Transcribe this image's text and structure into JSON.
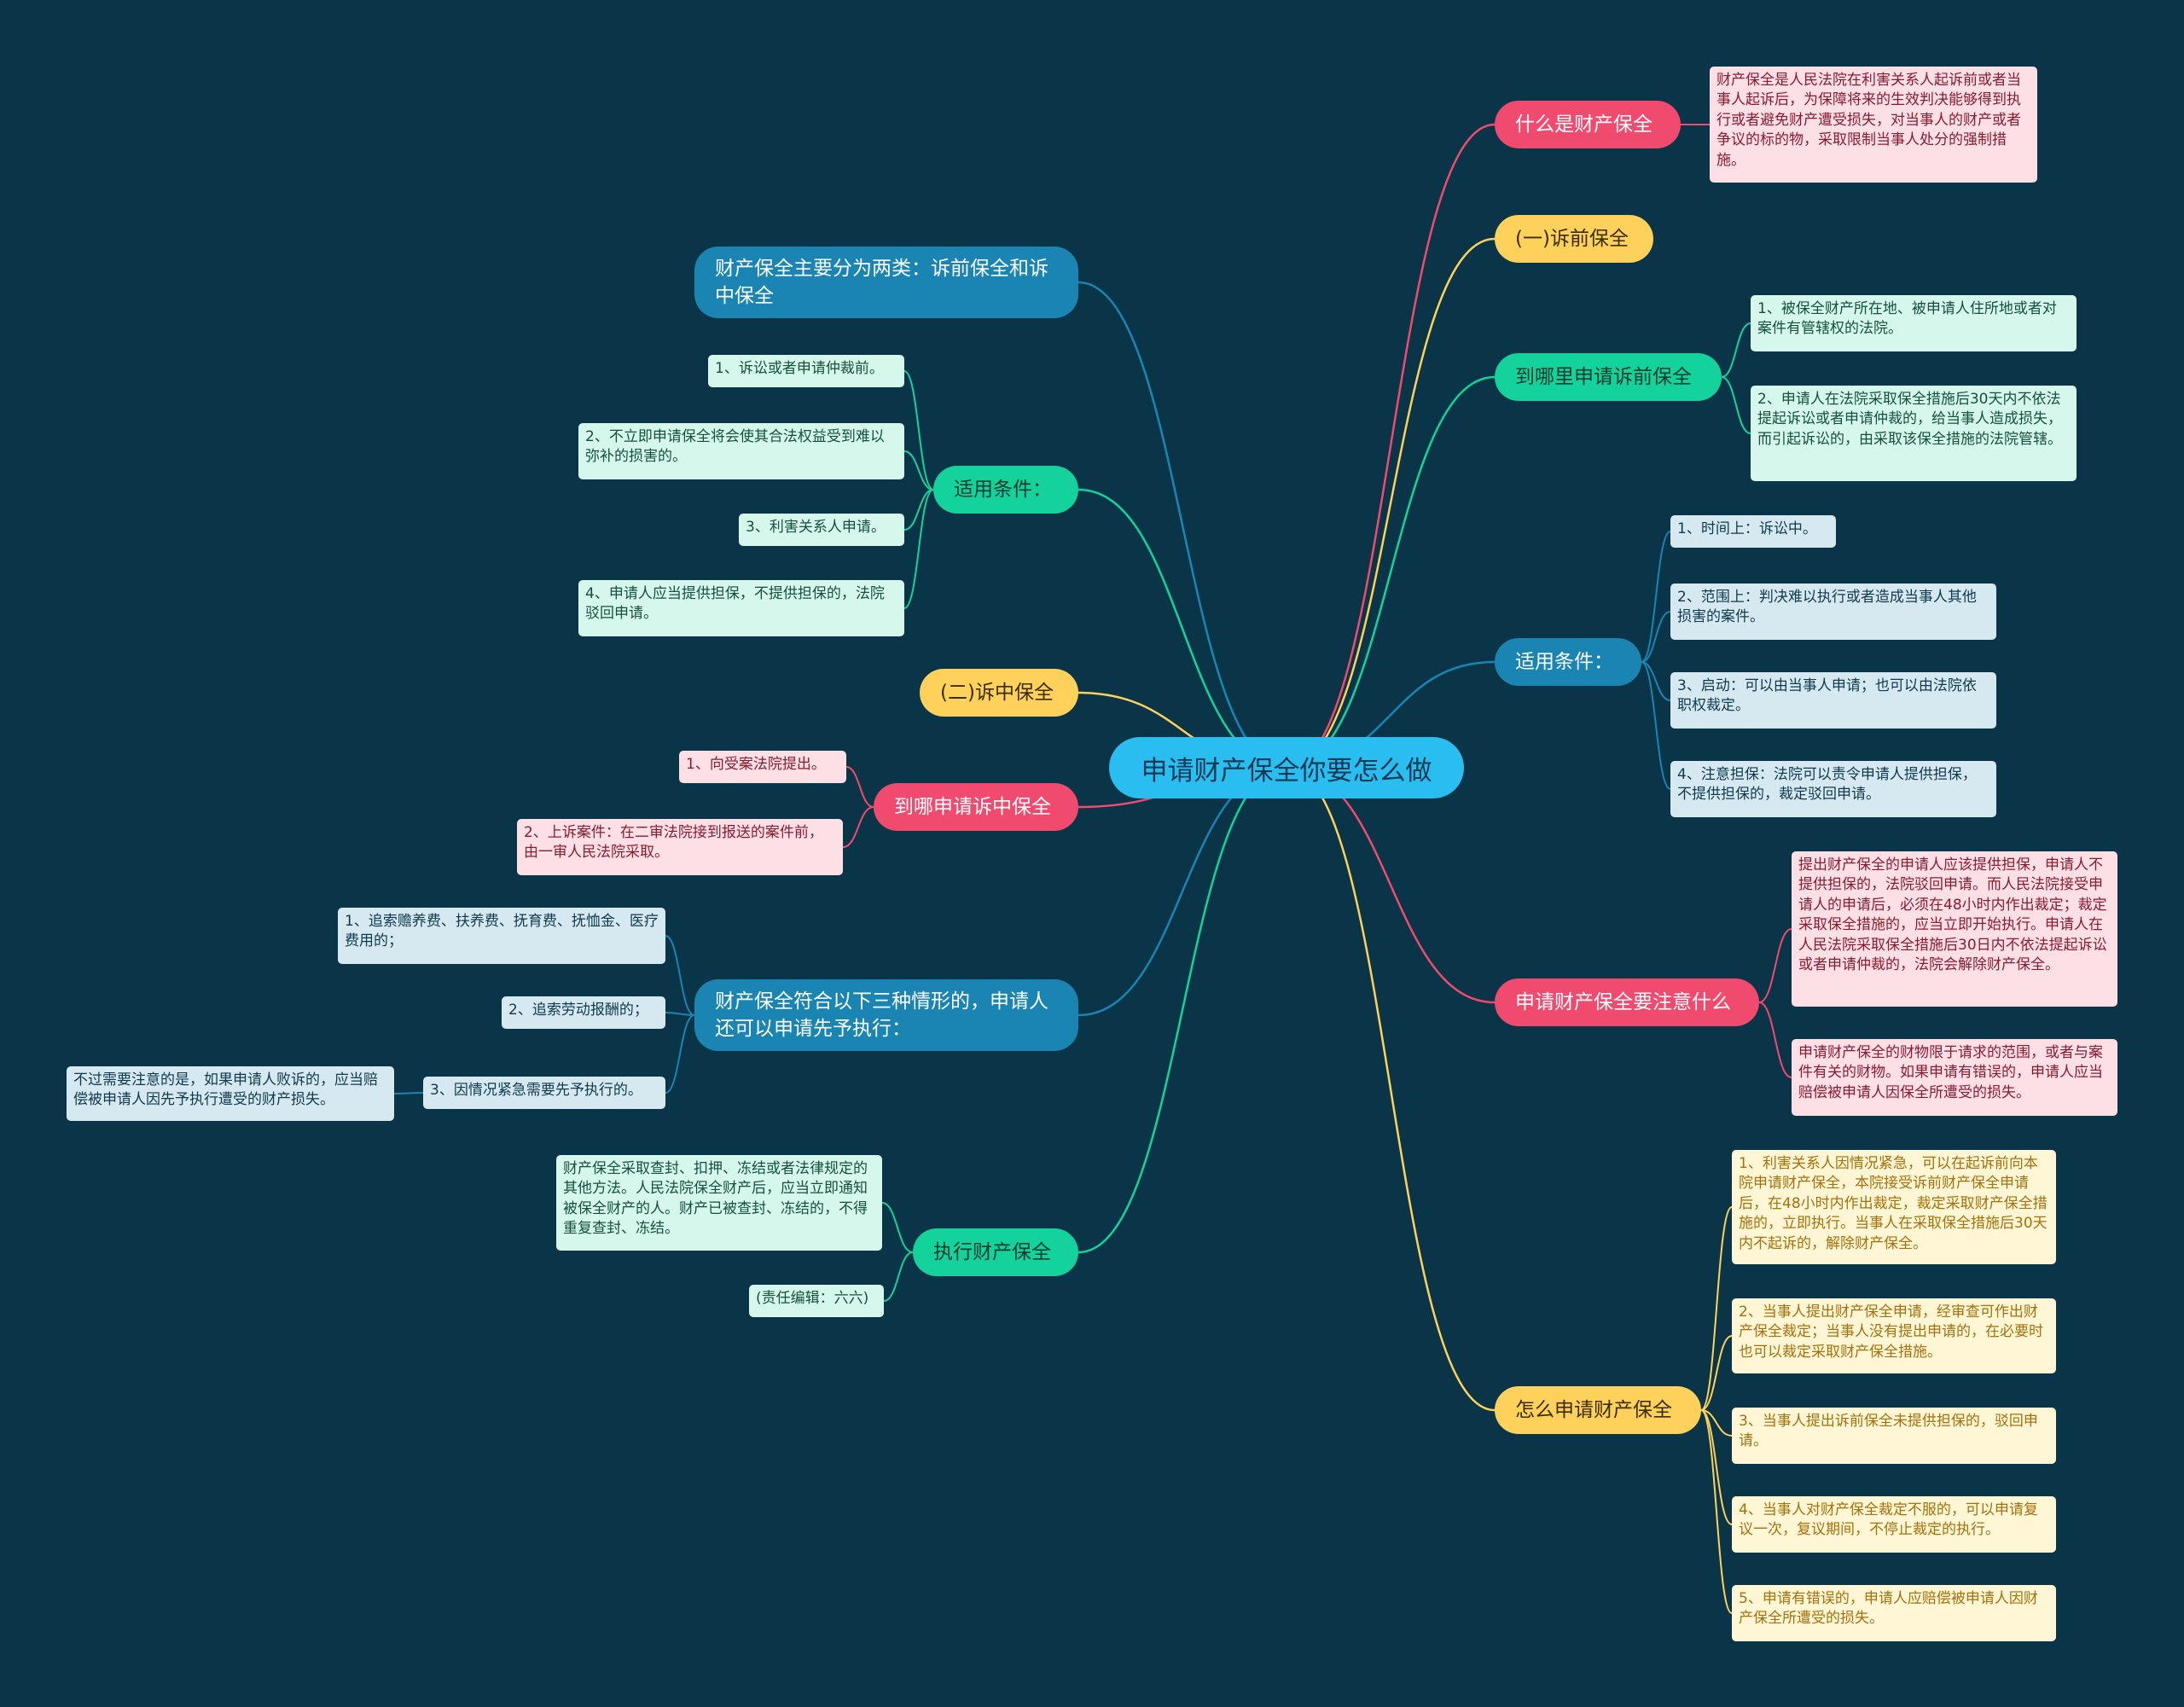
{
  "colors": {
    "background": "#0a3548",
    "root": "#29bdf0",
    "pink": "#f04a6e",
    "yellow": "#fdd15a",
    "green": "#13d29b",
    "blue": "#1a84b2"
  },
  "root": "申请财产保全你要怎么做",
  "right": [
    {
      "label": "什么是财产保全",
      "color": "pink",
      "leaves": [
        "财产保全是人民法院在利害关系人起诉前或者当事人起诉后，为保障将来的生效判决能够得到执行或者避免财产遭受损失，对当事人的财产或者争议的标的物，采取限制当事人处分的强制措施。"
      ]
    },
    {
      "label": "(一)诉前保全",
      "color": "yellow",
      "leaves": []
    },
    {
      "label": "到哪里申请诉前保全",
      "color": "green",
      "leaves": [
        "1、被保全财产所在地、被申请人住所地或者对案件有管辖权的法院。",
        "2、申请人在法院采取保全措施后30天内不依法提起诉讼或者申请仲裁的，给当事人造成损失，而引起诉讼的，由采取该保全措施的法院管辖。"
      ]
    },
    {
      "label": "适用条件：",
      "color": "blue",
      "leaves": [
        "1、时间上：诉讼中。",
        "2、范围上：判决难以执行或者造成当事人其他损害的案件。",
        "3、启动：可以由当事人申请；也可以由法院依职权裁定。",
        "4、注意担保：法院可以责令申请人提供担保，不提供担保的，裁定驳回申请。"
      ]
    },
    {
      "label": "申请财产保全要注意什么",
      "color": "pink",
      "leaves": [
        "提出财产保全的申请人应该提供担保，申请人不提供担保的，法院驳回申请。而人民法院接受申请人的申请后，必须在48小时内作出裁定；裁定采取保全措施的，应当立即开始执行。申请人在人民法院采取保全措施后30日内不依法提起诉讼或者申请仲裁的，法院会解除财产保全。",
        "申请财产保全的财物限于请求的范围，或者与案件有关的财物。如果申请有错误的，申请人应当赔偿被申请人因保全所遭受的损失。"
      ]
    },
    {
      "label": "怎么申请财产保全",
      "color": "yellow",
      "leaves": [
        "1、利害关系人因情况紧急，可以在起诉前向本院申请财产保全，本院接受诉前财产保全申请后，在48小时内作出裁定，裁定采取财产保全措施的，立即执行。当事人在采取保全措施后30天内不起诉的，解除财产保全。",
        "2、当事人提出财产保全申请，经审查可作出财产保全裁定；当事人没有提出申请的，在必要时也可以裁定采取财产保全措施。",
        "3、当事人提出诉前保全未提供担保的，驳回申请。",
        "4、当事人对财产保全裁定不服的，可以申请复议一次，复议期间，不停止裁定的执行。",
        "5、申请有错误的，申请人应赔偿被申请人因财产保全所遭受的损失。"
      ]
    }
  ],
  "left": [
    {
      "label": "财产保全主要分为两类：诉前保全和诉中保全",
      "color": "blue",
      "leaves": []
    },
    {
      "label": "适用条件：",
      "color": "green",
      "leaves": [
        "1、诉讼或者申请仲裁前。",
        "2、不立即申请保全将会使其合法权益受到难以弥补的损害的。",
        "3、利害关系人申请。",
        "4、申请人应当提供担保，不提供担保的，法院驳回申请。"
      ]
    },
    {
      "label": "(二)诉中保全",
      "color": "yellow",
      "leaves": []
    },
    {
      "label": "到哪申请诉中保全",
      "color": "pink",
      "leaves": [
        "1、向受案法院提出。",
        "2、上诉案件：在二审法院接到报送的案件前，由一审人民法院采取。"
      ]
    },
    {
      "label": "财产保全符合以下三种情形的，申请人还可以申请先予执行：",
      "color": "blue",
      "leaves": [
        "1、追索赡养费、扶养费、抚育费、抚恤金、医疗费用的；",
        "2、追索劳动报酬的；",
        "3、因情况紧急需要先予执行的。"
      ],
      "subleaf": "不过需要注意的是，如果申请人败诉的，应当赔偿被申请人因先予执行遭受的财产损失。"
    },
    {
      "label": "执行财产保全",
      "color": "green",
      "leaves": [
        "财产保全采取查封、扣押、冻结或者法律规定的其他方法。人民法院保全财产后，应当立即通知被保全财产的人。财产已被查封、冻结的，不得重复查封、冻结。",
        "(责任编辑：六六)"
      ]
    }
  ]
}
